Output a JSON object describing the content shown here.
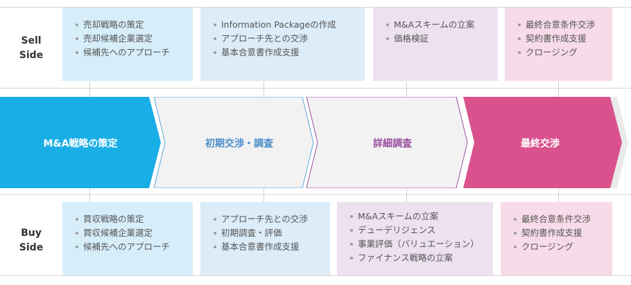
{
  "rows": {
    "sell": {
      "label_lines": [
        "Sell",
        "Side"
      ]
    },
    "buy": {
      "label_lines": [
        "Buy",
        "Side"
      ]
    }
  },
  "stages": [
    {
      "label": "M&A戦略の策定",
      "color": "#1aaee6",
      "text_color": "#ffffff"
    },
    {
      "label": "初期交渉・調査",
      "color": "#f2f2f3",
      "text_color": "#4b8dca"
    },
    {
      "label": "詳細調査",
      "color": "#f2f2f3",
      "text_color": "#9a4d9e"
    },
    {
      "label": "最終交渉",
      "color": "#d9528d",
      "text_color": "#ffffff"
    }
  ],
  "sell_boxes": [
    {
      "items": [
        "売却戦略の策定",
        "売却候補企業選定",
        "候補先へのアプローチ"
      ]
    },
    {
      "items": [
        "Information Packageの作成",
        "アプローチ先との交渉",
        "基本合意書作成支援"
      ]
    },
    {
      "items": [
        "M&Aスキームの立案",
        "価格検証"
      ]
    },
    {
      "items": [
        "最終合意条件交渉",
        "契約書作成支援",
        "クロージング"
      ]
    }
  ],
  "buy_boxes": [
    {
      "items": [
        "買収戦略の策定",
        "買収候補企業選定",
        "候補先へのアプローチ"
      ]
    },
    {
      "items": [
        "アプローチ先との交渉",
        "初期調査・評価",
        "基本合意書作成支援"
      ]
    },
    {
      "items": [
        "M&Aスキームの立案",
        "デューデリジェンス",
        "事業評価（バリュエーション）",
        "ファイナンス戦略の立案"
      ]
    },
    {
      "items": [
        "最終合意条件交渉",
        "契約書作成支援",
        "クロージング"
      ]
    }
  ],
  "colors": {
    "stage_border_blue": "#5aa6dc",
    "stage_border_purple": "#9a4d9e",
    "band_border": "#d6d6d6"
  }
}
